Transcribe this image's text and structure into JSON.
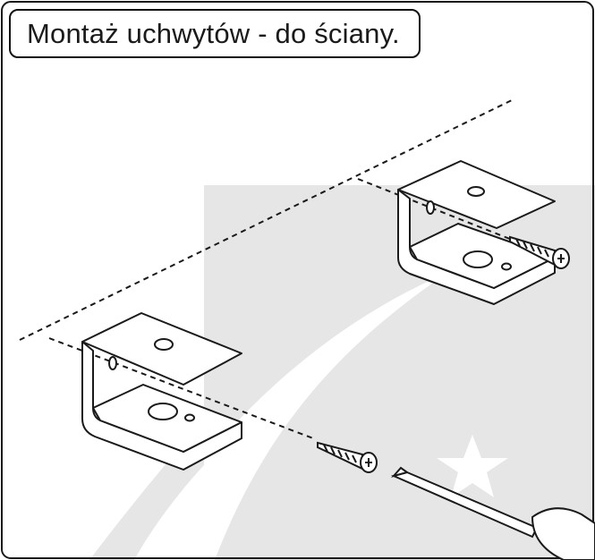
{
  "title": "Montaż uchwytów - do ściany.",
  "illustration": {
    "parts": [
      "wall-line",
      "bracket-left",
      "bracket-right",
      "screw-left",
      "screw-right",
      "screwdriver"
    ],
    "watermark": "grey-logo-with-star"
  },
  "colors": {
    "line": "#1a1a1a",
    "watermark": "#e6e6e6",
    "background": "#ffffff"
  }
}
